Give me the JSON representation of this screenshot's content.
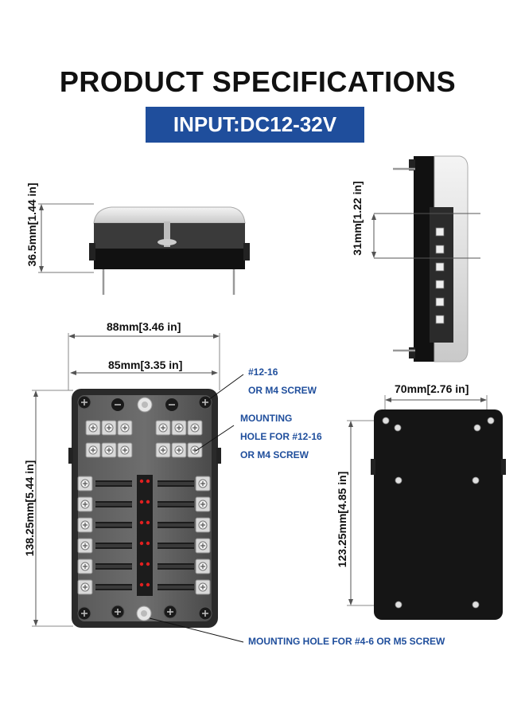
{
  "header": {
    "title": "PRODUCT SPECIFICATIONS",
    "input_badge": "INPUT:DC12-32V"
  },
  "dimensions": {
    "height_front": "36.5mm[1.44 in]",
    "height_side": "31mm[1.22 in]",
    "width_outer": "88mm[3.46 in]",
    "width_inner": "85mm[3.35 in]",
    "length_top": "138.25mm[5.44 in]",
    "width_back": "70mm[2.76 in]",
    "length_back": "123.25mm[4.85 in]"
  },
  "callouts": {
    "screw_top": [
      "#12-16",
      "OR M4 SCREW"
    ],
    "mounting_hole": [
      "MOUNTING",
      "HOLE FOR #12-16",
      "OR M4 SCREW"
    ],
    "mounting_hole_bottom": "MOUNTING HOLE FOR #4-6 OR M5 SCREW"
  },
  "colors": {
    "accent_blue": "#1f4e9c",
    "fuse_led": "#e02020"
  }
}
